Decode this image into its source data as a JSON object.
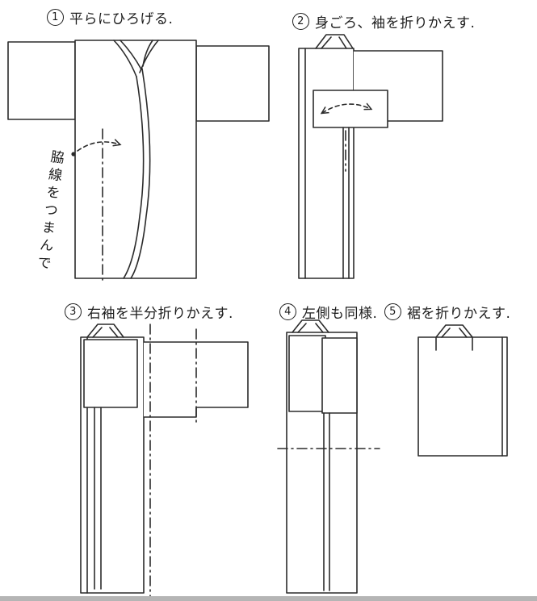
{
  "figure": {
    "subject": "kimono-folding-steps",
    "ink_color": "#2b2b2b",
    "background": "#ffffff"
  },
  "steps": [
    {
      "number": "1",
      "label": "平らにひろげる."
    },
    {
      "number": "2",
      "label": "身ごろ、袖を折りかえす."
    },
    {
      "number": "3",
      "label": "右袖を半分折りかえす."
    },
    {
      "number": "4",
      "label": "左側も同様."
    },
    {
      "number": "5",
      "label": "裾を折りかえす."
    }
  ],
  "annotations": {
    "side_seam_note": "脇線をつまんで"
  }
}
